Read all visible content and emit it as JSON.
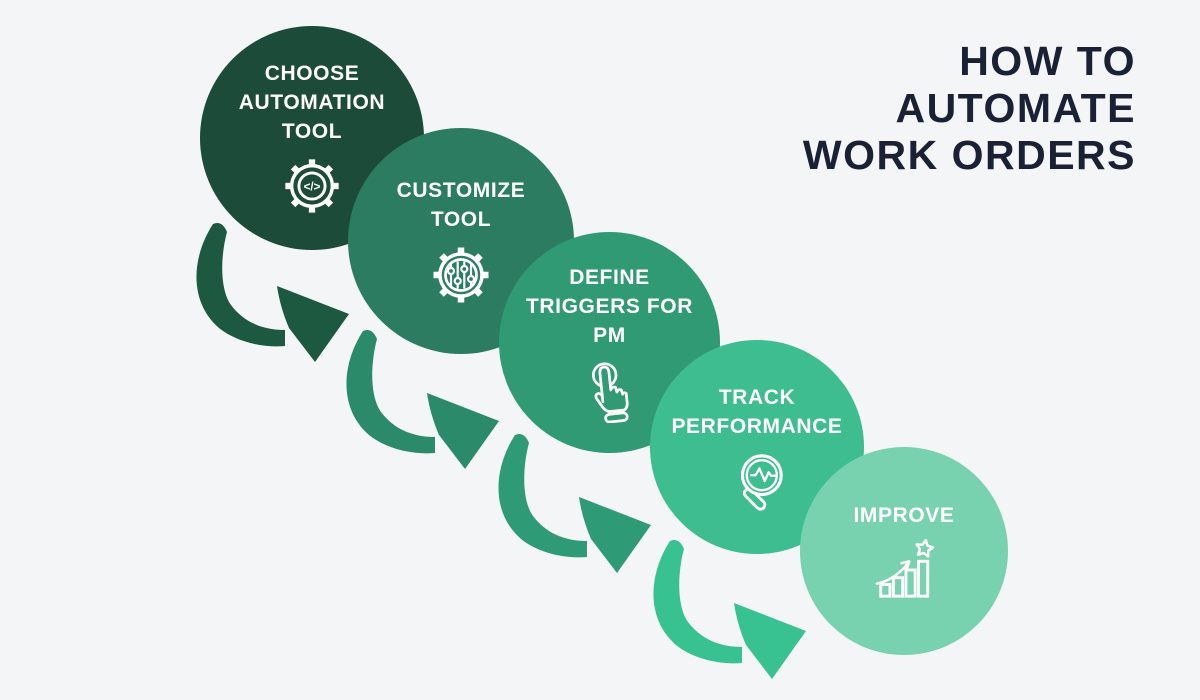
{
  "background": "#f4f5f7",
  "title": {
    "text": "HOW TO AUTOMATE WORK ORDERS",
    "lines": [
      "HOW TO",
      "AUTOMATE",
      "WORK ORDERS"
    ],
    "color": "#1b2134"
  },
  "steps": [
    {
      "label": "CHOOSE AUTOMATION TOOL",
      "icon": "gear-code-icon",
      "icon_glyph": "</>",
      "color": "#1d4b39"
    },
    {
      "label": "CUSTOMIZE TOOL",
      "icon": "gear-sliders-icon",
      "color": "#2b7c60"
    },
    {
      "label": "DEFINE TRIGGERS FOR PM",
      "icon": "tap-hand-icon",
      "color": "#2f9a74"
    },
    {
      "label": "TRACK PERFORMANCE",
      "icon": "magnifier-pulse-icon",
      "color": "#3ebd90"
    },
    {
      "label": "IMPROVE",
      "icon": "growth-chart-star-icon",
      "color": "#78d1af"
    }
  ],
  "arrows": [
    {
      "name": "arrow-step-1-2",
      "color": "#1d5840"
    },
    {
      "name": "arrow-step-2-3",
      "color": "#2b8a69"
    },
    {
      "name": "arrow-step-3-4",
      "color": "#2f9b76"
    },
    {
      "name": "arrow-step-4-5",
      "color": "#38c191"
    }
  ]
}
